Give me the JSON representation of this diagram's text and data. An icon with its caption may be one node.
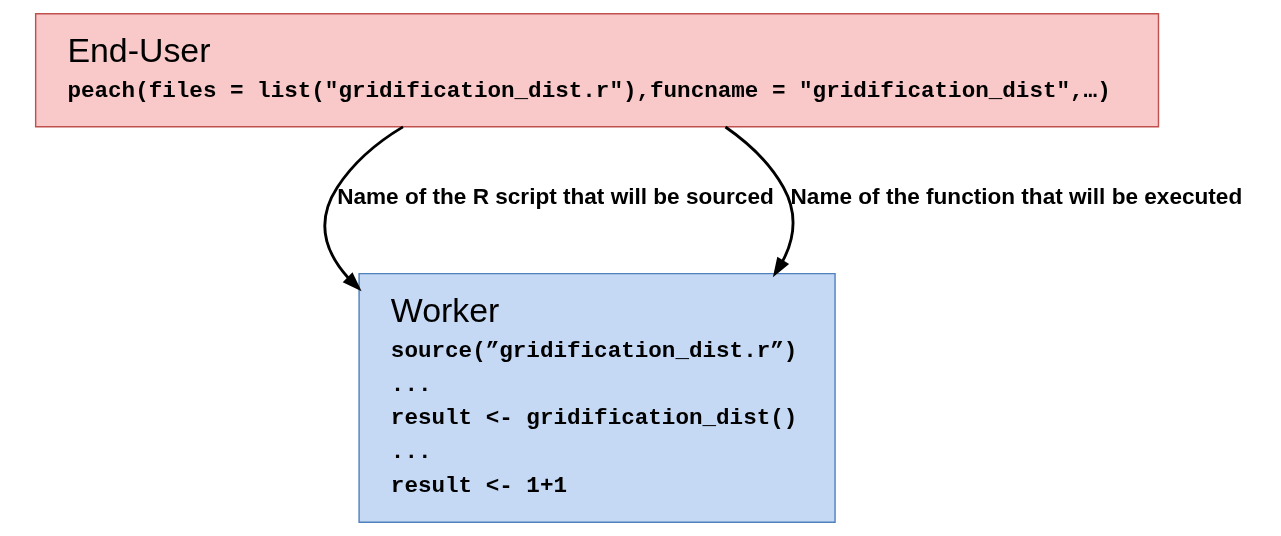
{
  "diagram": {
    "nodes": [
      {
        "text": [
          "End-User",
          "peach(files = list(\"gridification_dist.r\"),funcname = \"gridification_dist\",…)"
        ]
      },
      {
        "text": [
          "Worker",
          "source(”gridification_dist.r”)",
          "...",
          "result <- gridification_dist()",
          "...",
          "result <- 1+1"
        ]
      }
    ],
    "edges": [
      {
        "from": 0,
        "to": 1,
        "arrow": "to",
        "label": "Name of the R script that will be sourced"
      },
      {
        "from": 0,
        "to": 1,
        "arrow": "to",
        "label": "Name of the function that will be executed"
      }
    ]
  }
}
